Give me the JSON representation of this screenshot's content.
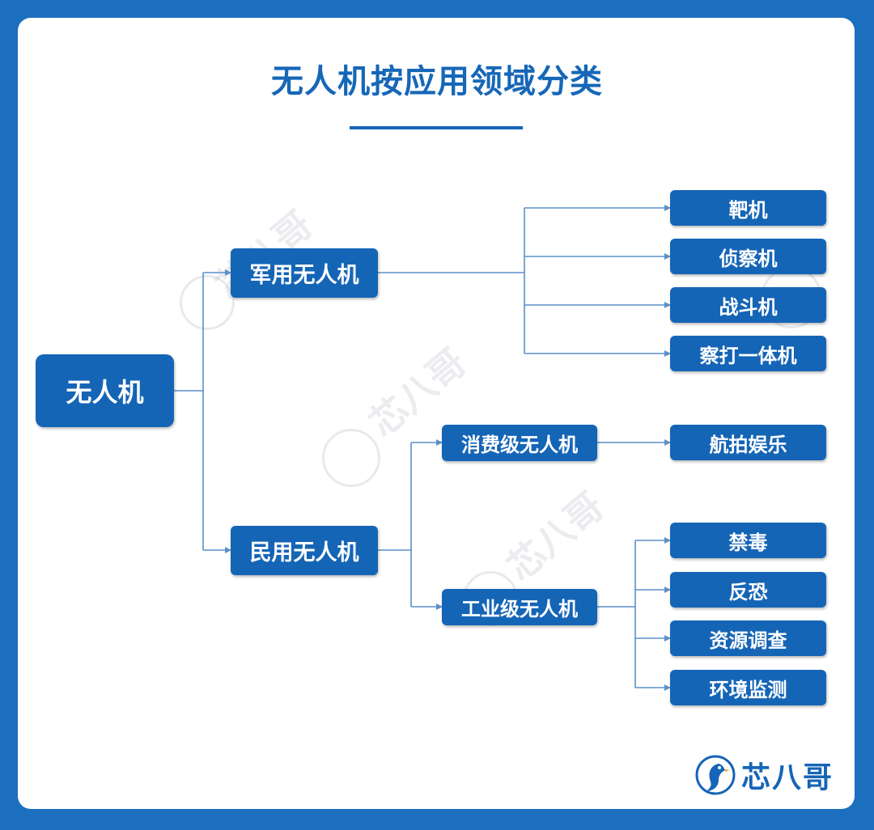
{
  "title": "无人机按应用领域分类",
  "root": "无人机",
  "military": {
    "label": "军用无人机",
    "children": [
      "靶机",
      "侦察机",
      "战斗机",
      "察打一体机"
    ]
  },
  "civil": {
    "label": "民用无人机",
    "consumer": {
      "label": "消费级无人机",
      "children": [
        "航拍娱乐"
      ]
    },
    "industrial": {
      "label": "工业级无人机",
      "children": [
        "禁毒",
        "反恐",
        "资源调查",
        "环境监测"
      ]
    }
  },
  "brand": {
    "text": "芯八哥",
    "icon": "bird-logo-icon"
  },
  "watermark": "芯八哥",
  "colors": {
    "node": "#1565b6",
    "title": "#1667b7",
    "line": "#5b8fc8",
    "background": "#1b6fbe"
  }
}
